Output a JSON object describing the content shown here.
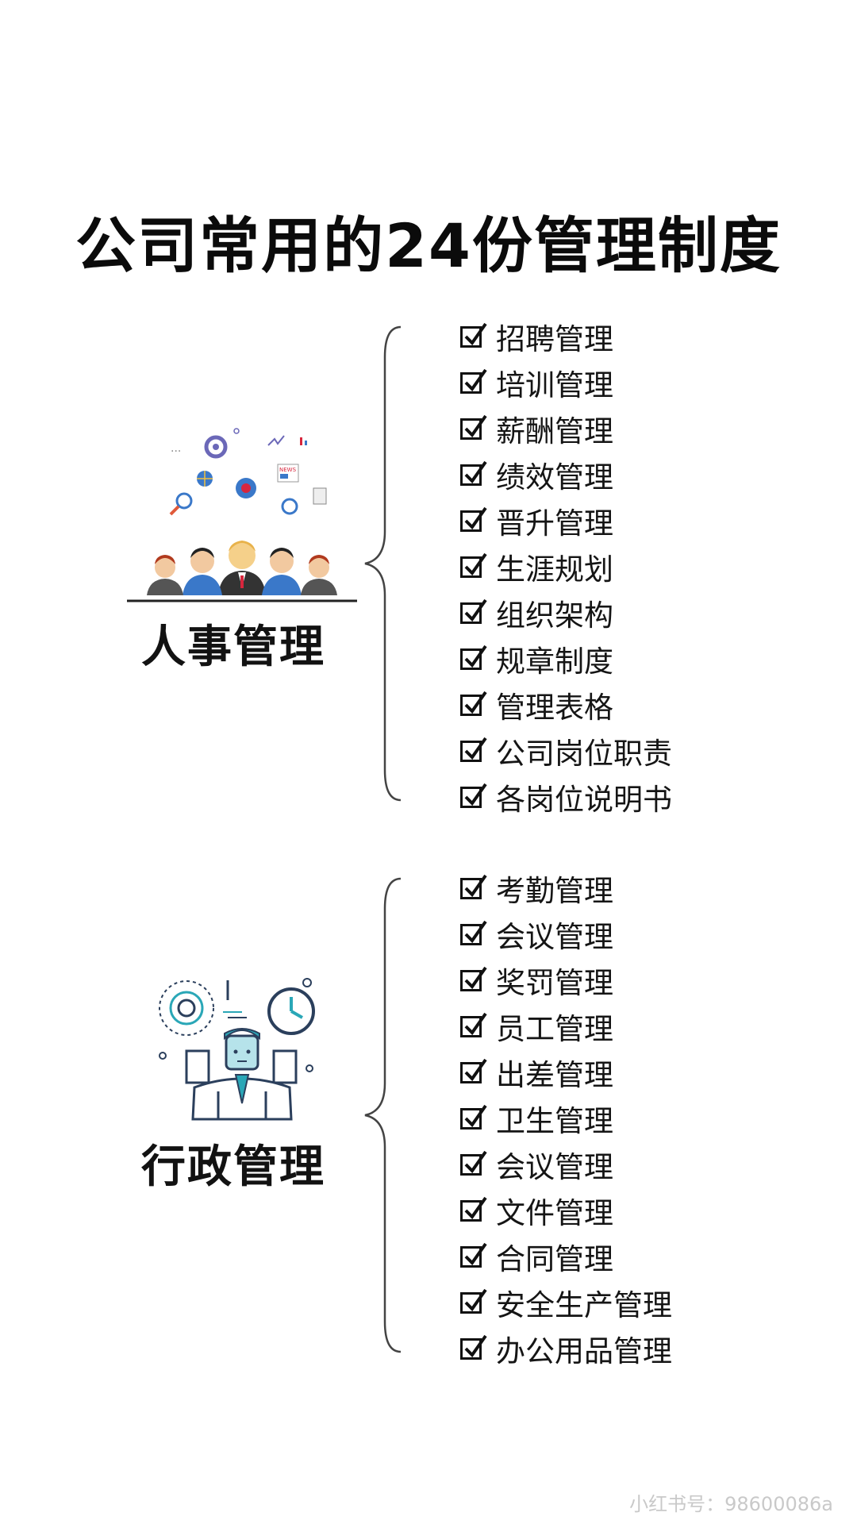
{
  "title": "公司常用的24份管理制度",
  "sections": [
    {
      "label": "人事管理",
      "illustration": "hr-team-illustration",
      "items": [
        "招聘管理",
        "培训管理",
        "薪酬管理",
        "绩效管理",
        "晋升管理",
        "生涯规划",
        "组织架构",
        "规章制度",
        "管理表格",
        "公司岗位职责",
        "各岗位说明书"
      ]
    },
    {
      "label": "行政管理",
      "illustration": "admin-person-illustration",
      "items": [
        "考勤管理",
        "会议管理",
        "奖罚管理",
        "员工管理",
        "出差管理",
        "卫生管理",
        "会议管理",
        "文件管理",
        "合同管理",
        "安全生产管理",
        "办公用品管理"
      ]
    }
  ],
  "watermark": "小红书号：98600086a",
  "colors": {
    "text": "#111111",
    "brace": "#444444",
    "accent_blue": "#3a78c9",
    "accent_teal": "#2aa7b7"
  }
}
